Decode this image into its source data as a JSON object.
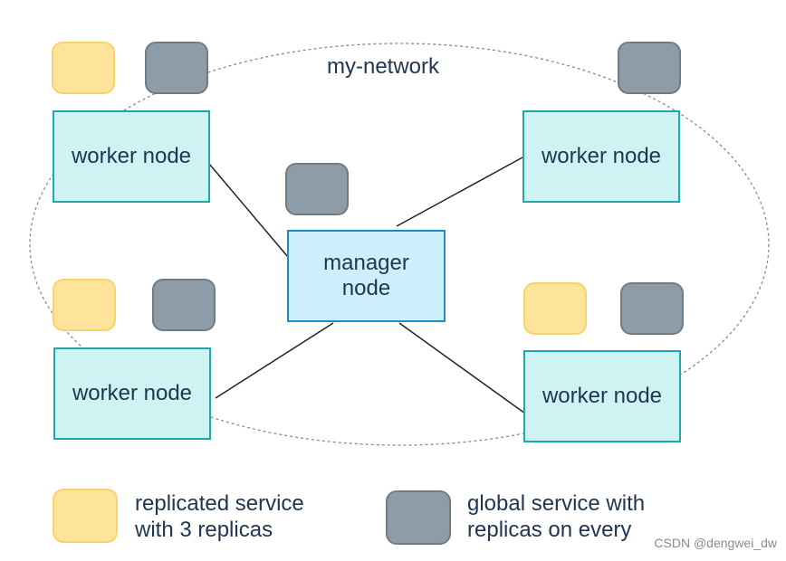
{
  "network": {
    "label": "my-network"
  },
  "manager": {
    "label": "manager\nnode"
  },
  "workers": [
    {
      "label": "worker node",
      "replicated_task": true,
      "global_task": true
    },
    {
      "label": "worker node",
      "replicated_task": false,
      "global_task": true
    },
    {
      "label": "worker node",
      "replicated_task": true,
      "global_task": true
    },
    {
      "label": "worker node",
      "replicated_task": true,
      "global_task": true
    }
  ],
  "legend": {
    "replicated": "replicated service\nwith 3 replicas",
    "global": "global service with\nreplicas on every"
  },
  "watermark": "CSDN @dengwei_dw",
  "colors": {
    "worker_fill": "#cdf3f3",
    "worker_border": "#1fa8a8",
    "manager_fill": "#cdeefb",
    "manager_border": "#1f8cc8",
    "replicated": "#fde49a",
    "global": "#8e9ca7"
  }
}
